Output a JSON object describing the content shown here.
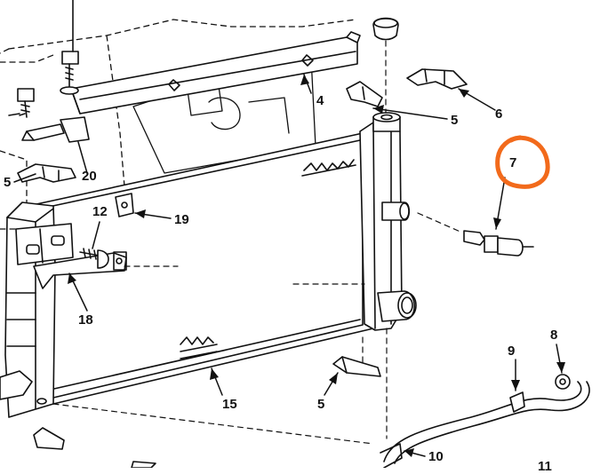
{
  "labels": {
    "l4": "4",
    "l5a": "5",
    "l6": "6",
    "l7": "7",
    "l5b": "5",
    "l20": "20",
    "l12": "12",
    "l19": "19",
    "l18": "18",
    "l15": "15",
    "l5c": "5",
    "l9": "9",
    "l8": "8",
    "l10": "10",
    "l11": "11"
  },
  "highlight_color": "#f26a1b"
}
